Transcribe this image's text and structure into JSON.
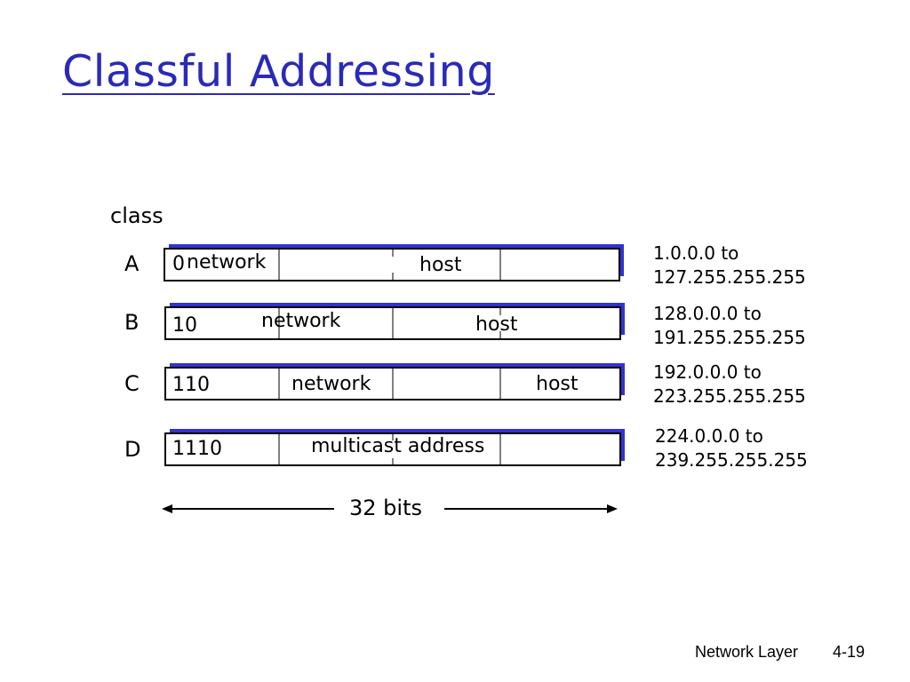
{
  "slide": {
    "title": "Classful Addressing",
    "class_heading": "class",
    "footer": {
      "section": "Network Layer",
      "page": "4-19"
    },
    "width_label": "32 bits"
  },
  "rows": [
    {
      "letter": "A",
      "prefix": "0",
      "fields": [
        "network",
        "host"
      ],
      "range_line1": "1.0.0.0 to",
      "range_line2": "127.255.255.255"
    },
    {
      "letter": "B",
      "prefix": "10",
      "fields": [
        "network",
        "host"
      ],
      "range_line1": "128.0.0.0 to",
      "range_line2": "191.255.255.255"
    },
    {
      "letter": "C",
      "prefix": "110",
      "fields": [
        "network",
        "host"
      ],
      "range_line1": "192.0.0.0 to",
      "range_line2": "223.255.255.255"
    },
    {
      "letter": "D",
      "prefix": "1110",
      "fields": [
        "multicast address"
      ],
      "range_line1": "224.0.0.0 to",
      "range_line2": "239.255.255.255"
    }
  ],
  "colors": {
    "title": "#2a2ab8",
    "box_shadow": "#3333cc"
  }
}
